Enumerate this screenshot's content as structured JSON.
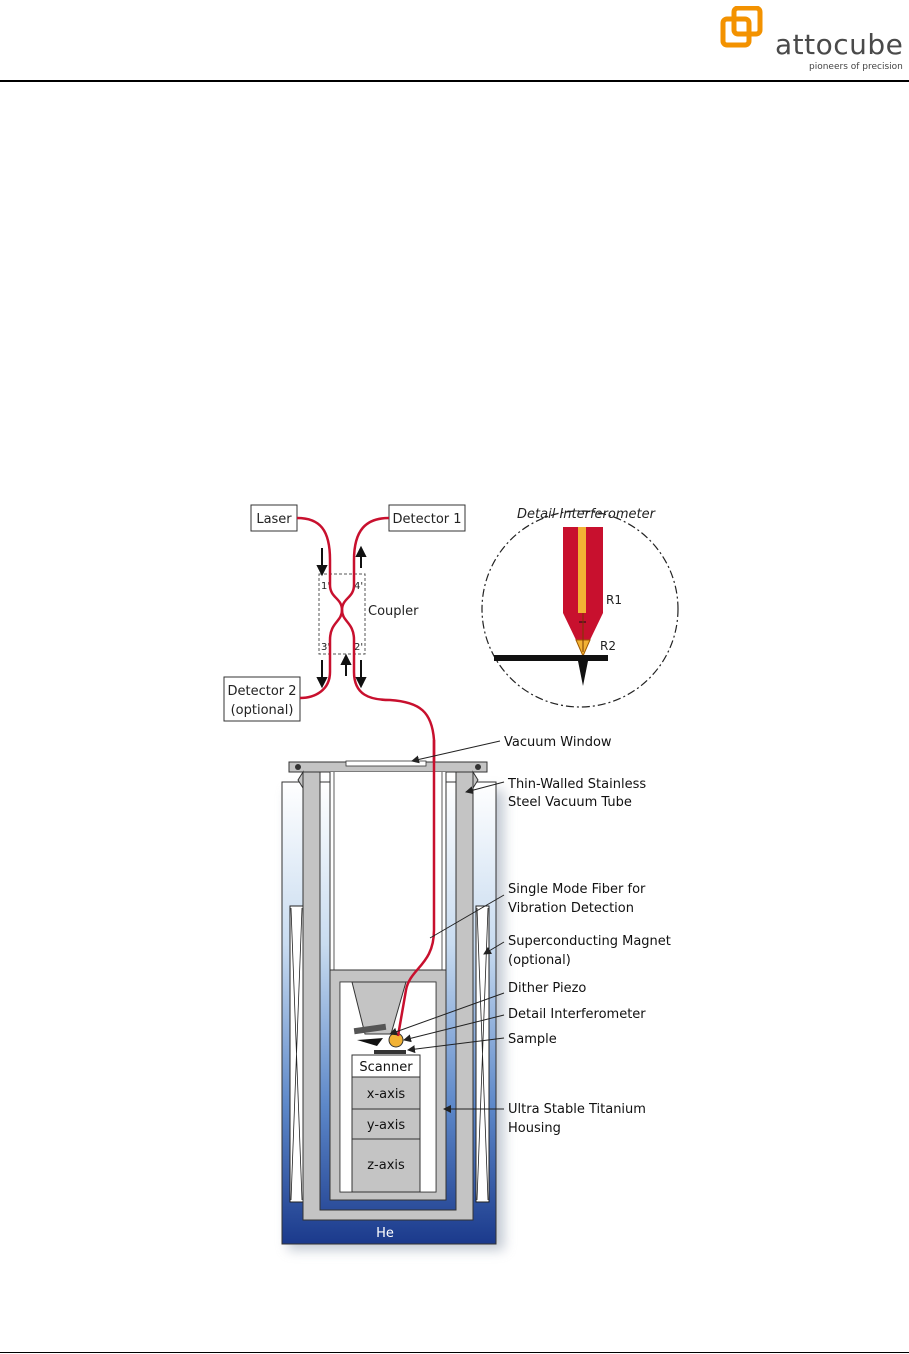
{
  "brand": {
    "name": "attocube",
    "tagline": "pioneers of precision",
    "accent": "#f39200"
  },
  "diagram": {
    "boxes": {
      "laser": "Laser",
      "detector1": "Detector 1",
      "detector2_line1": "Detector 2",
      "detector2_line2": "(optional)"
    },
    "coupler": {
      "label": "Coupler",
      "ports": [
        "1'",
        "4'",
        "3'",
        "2'"
      ]
    },
    "detail": {
      "title": "Detail Interferometer",
      "r1": "R1",
      "r2": "R2"
    },
    "callouts": {
      "vacuum_window": "Vacuum Window",
      "vacuum_tube_line1": "Thin-Walled Stainless",
      "vacuum_tube_line2": "Steel Vacuum Tube",
      "fiber_line1": "Single Mode Fiber for",
      "fiber_line2": "Vibration Detection",
      "magnet_line1": "Superconducting Magnet",
      "magnet_line2": "(optional)",
      "dither_piezo": "Dither Piezo",
      "detail_interferometer": "Detail Interferometer",
      "sample": "Sample",
      "housing_line1": "Ultra Stable Titanium",
      "housing_line2": "Housing"
    },
    "stack": [
      "Scanner",
      "x-axis",
      "y-axis",
      "z-axis"
    ],
    "bath_label": "He",
    "colors": {
      "fiber": "#c8102e",
      "fiber_core": "#f2b234",
      "bath_top": "#ffffff",
      "bath_bottom": "#1b3a8c",
      "wall": "#bdbdbd"
    }
  }
}
